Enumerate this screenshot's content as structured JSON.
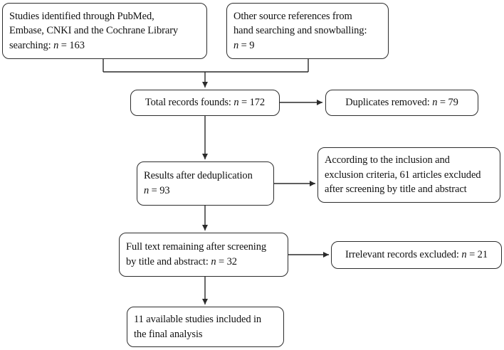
{
  "figure": {
    "type": "prisma-flow-diagram",
    "background_color": "#ffffff",
    "line_color": "#2b2b2b",
    "text_color": "#111111"
  },
  "boxes": {
    "identified": {
      "line1": "Studies identified through PubMed,",
      "line2": "Embase, CNKI and the Cochrane Library",
      "line3_pre": "searching: ",
      "n": "n",
      "line3_post": " = 163"
    },
    "other_sources": {
      "line1": "Other source references from",
      "line2": "hand searching and snowballing:",
      "line3_pre": "",
      "n": "n",
      "line3_post": " = 9"
    },
    "total_records": {
      "pre": "Total records founds: ",
      "n": "n",
      "post": " = 172"
    },
    "duplicates_removed": {
      "pre": "Duplicates removed: ",
      "n": "n",
      "post": " = 79"
    },
    "after_dedup": {
      "line1": "Results after deduplication",
      "line2_pre": "",
      "n": "n",
      "line2_post": " = 93"
    },
    "excluded_screening": {
      "line1": "According to the inclusion and",
      "line2": "exclusion criteria, 61 articles excluded",
      "line3": "after screening by title and abstract"
    },
    "full_text": {
      "line1": "Full text remaining after screening",
      "line2_pre": "by title and abstract: ",
      "n": "n",
      "line2_post": " = 32"
    },
    "irrelevant_excluded": {
      "pre": "Irrelevant records excluded: ",
      "n": "n",
      "post": " = 21"
    },
    "included": {
      "line1": "11 available studies included in",
      "line2": "the final analysis"
    }
  }
}
